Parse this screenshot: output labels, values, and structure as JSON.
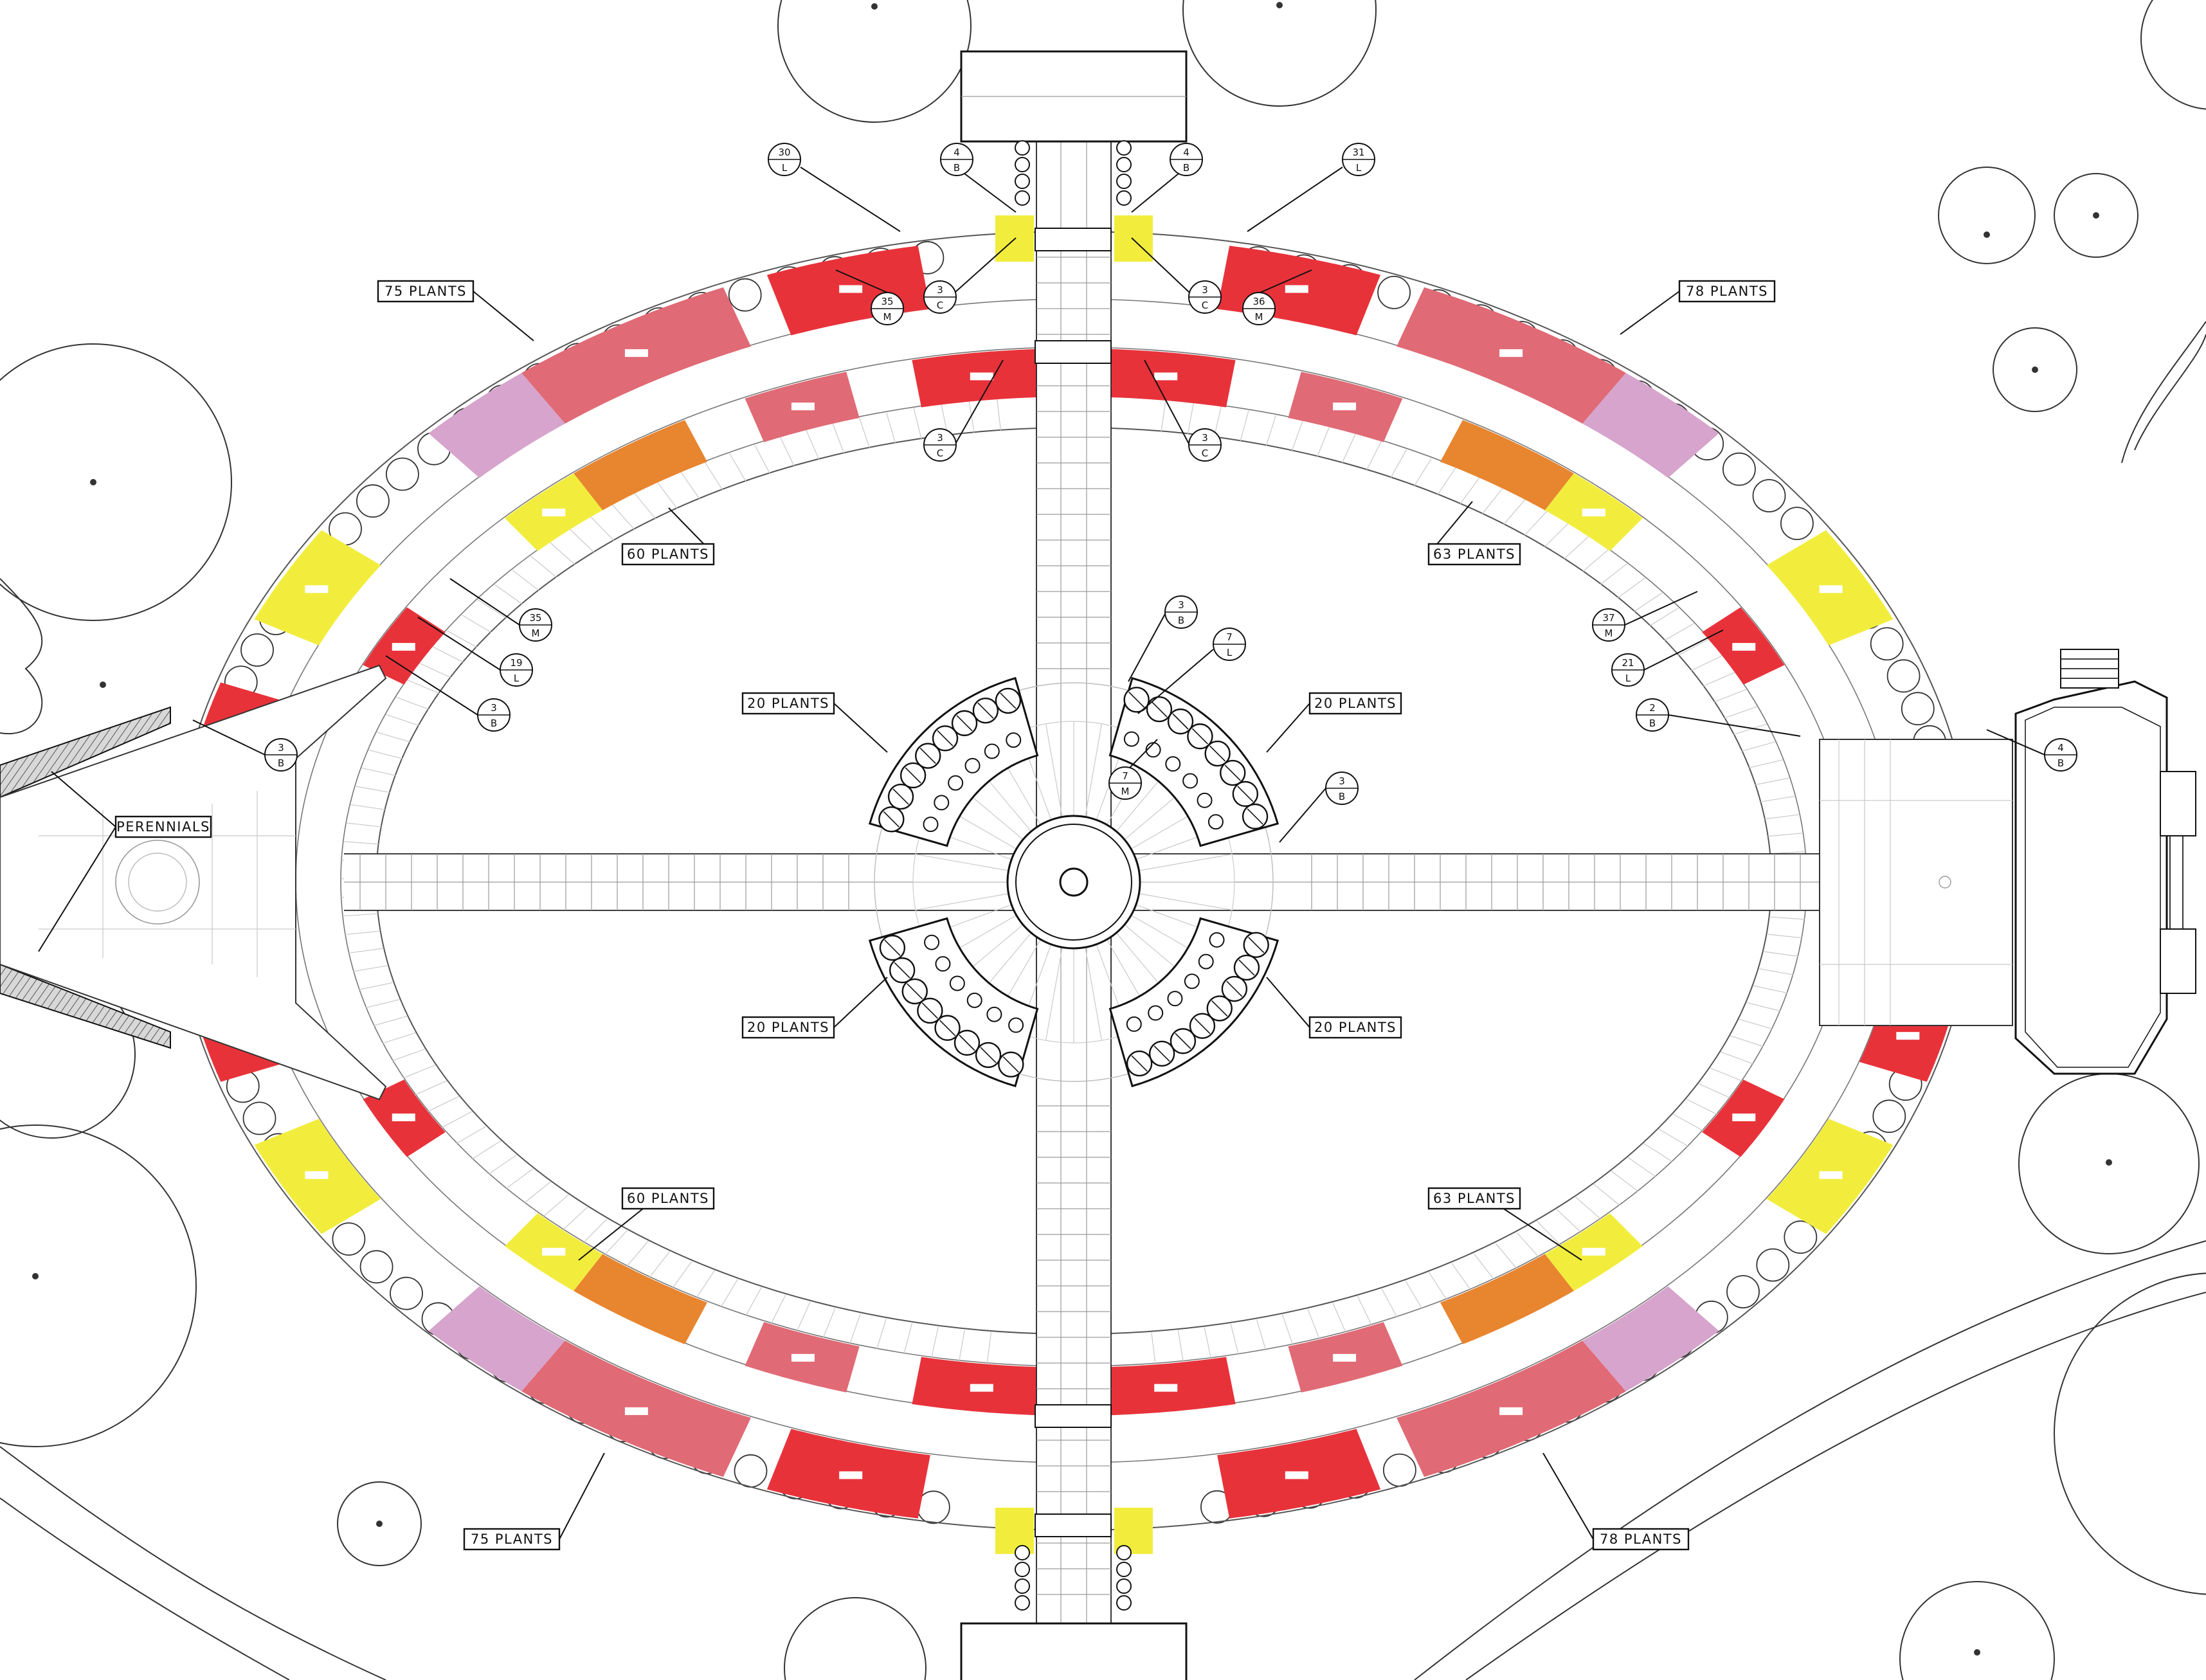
{
  "plant_callouts": [
    {
      "id": "a",
      "text": "75 PLANTS"
    },
    {
      "id": "b",
      "text": "78 PLANTS"
    },
    {
      "id": "c",
      "text": "60 PLANTS"
    },
    {
      "id": "d",
      "text": "63 PLANTS"
    },
    {
      "id": "e",
      "text": "20 PLANTS"
    },
    {
      "id": "f",
      "text": "20 PLANTS"
    },
    {
      "id": "g",
      "text": "20 PLANTS"
    },
    {
      "id": "h",
      "text": "20 PLANTS"
    },
    {
      "id": "i",
      "text": "60 PLANTS"
    },
    {
      "id": "j",
      "text": "63 PLANTS"
    },
    {
      "id": "k",
      "text": "75 PLANTS"
    },
    {
      "id": "l",
      "text": "78 PLANTS"
    },
    {
      "id": "m",
      "text": "PERENNIALS"
    }
  ],
  "species_tags": [
    {
      "id": "t1",
      "qty": "30",
      "code": "L"
    },
    {
      "id": "t2",
      "qty": "4",
      "code": "B"
    },
    {
      "id": "t3",
      "qty": "4",
      "code": "B"
    },
    {
      "id": "t4",
      "qty": "31",
      "code": "L"
    },
    {
      "id": "t5",
      "qty": "35",
      "code": "M"
    },
    {
      "id": "t6",
      "qty": "3",
      "code": "C"
    },
    {
      "id": "t7",
      "qty": "3",
      "code": "C"
    },
    {
      "id": "t8",
      "qty": "36",
      "code": "M"
    },
    {
      "id": "t9",
      "qty": "3",
      "code": "C"
    },
    {
      "id": "t10",
      "qty": "3",
      "code": "C"
    },
    {
      "id": "t11",
      "qty": "35",
      "code": "M"
    },
    {
      "id": "t12",
      "qty": "19",
      "code": "L"
    },
    {
      "id": "t13",
      "qty": "3",
      "code": "B"
    },
    {
      "id": "t14",
      "qty": "3",
      "code": "B"
    },
    {
      "id": "t15",
      "qty": "3",
      "code": "B"
    },
    {
      "id": "t16",
      "qty": "7",
      "code": "L"
    },
    {
      "id": "t17",
      "qty": "7",
      "code": "M"
    },
    {
      "id": "t18",
      "qty": "3",
      "code": "B"
    },
    {
      "id": "t19",
      "qty": "37",
      "code": "M"
    },
    {
      "id": "t20",
      "qty": "21",
      "code": "L"
    },
    {
      "id": "t21",
      "qty": "2",
      "code": "B"
    },
    {
      "id": "t22",
      "qty": "4",
      "code": "B"
    }
  ],
  "colors": {
    "red": "#e8323a",
    "pink": "#e06a75",
    "orange": "#e8852f",
    "yellow": "#f2ed3d",
    "lavender": "#d6a4cc",
    "line": "#111111"
  }
}
